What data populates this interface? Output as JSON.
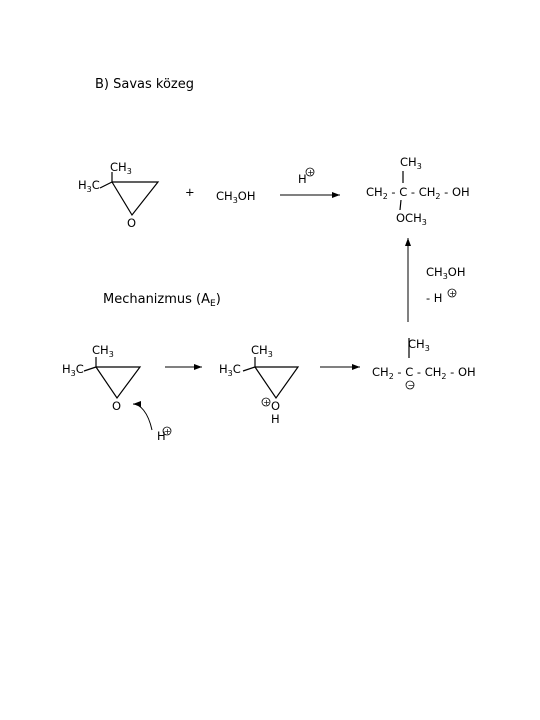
{
  "title": "B) Savas közeg",
  "mechanism_title": {
    "text": "Mechanizmus (A",
    "sub": "E",
    "close": ")"
  },
  "labels": {
    "ch3": "CH",
    "three": "3",
    "h3c_h": "H",
    "h3c_c": "C",
    "o": "O",
    "h": "H",
    "ch3oh_a": "CH",
    "ch3oh_b": "OH",
    "plus": "+",
    "chain_ch2": "CH",
    "two": "2",
    "chain_mid": " - C - ",
    "chain_end_oh": " - OH",
    "och3_o": "OCH",
    "minus_h": "- H",
    "circle_plus": "+",
    "circle_minus": "−"
  }
}
